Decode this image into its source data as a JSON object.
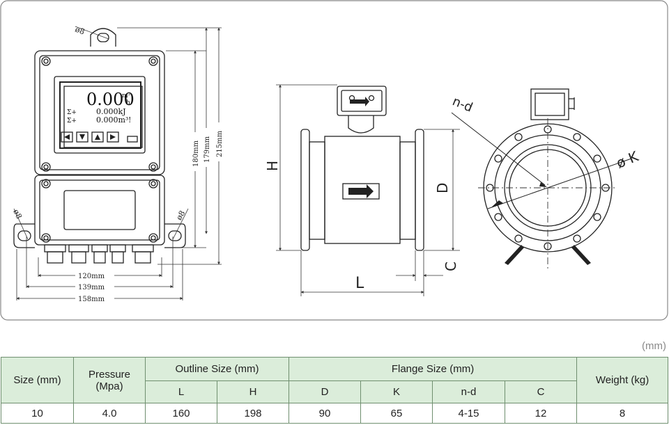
{
  "drawing": {
    "front_view": {
      "screen_main": "0.000",
      "screen_main_unit_top": "m³",
      "screen_main_unit_bottom": "h",
      "screen_line2_prefix": "Σ+",
      "screen_line2": "0.000kJ",
      "screen_line3_prefix": "Σ+",
      "screen_line3": "0.000m³",
      "screen_line3_suffix": "!",
      "hole_top": "ø8",
      "hole_left": "ø8",
      "hole_right": "ø8",
      "dim_120": "120mm",
      "dim_139": "139mm",
      "dim_158": "158mm",
      "dim_180": "180mm",
      "dim_179": "179mm",
      "dim_215": "215mm"
    },
    "side_view": {
      "label_h": "H",
      "label_d": "D",
      "label_c": "C",
      "label_l": "L"
    },
    "flange_view": {
      "label_nd": "n-d",
      "label_k": "ø K"
    }
  },
  "table": {
    "unit_note": "(mm)",
    "headers": {
      "size": "Size (mm)",
      "pressure_1": "Pressure",
      "pressure_2": "(Mpa)",
      "outline": "Outline Size (mm)",
      "flange": "Flange Size (mm)",
      "weight": "Weight (kg)",
      "L": "L",
      "H": "H",
      "D": "D",
      "K": "K",
      "nd": "n-d",
      "C": "C"
    },
    "rows": [
      {
        "size": "10",
        "pressure": "4.0",
        "L": "160",
        "H": "198",
        "D": "90",
        "K": "65",
        "nd": "4-15",
        "C": "12",
        "weight": "8"
      }
    ]
  }
}
